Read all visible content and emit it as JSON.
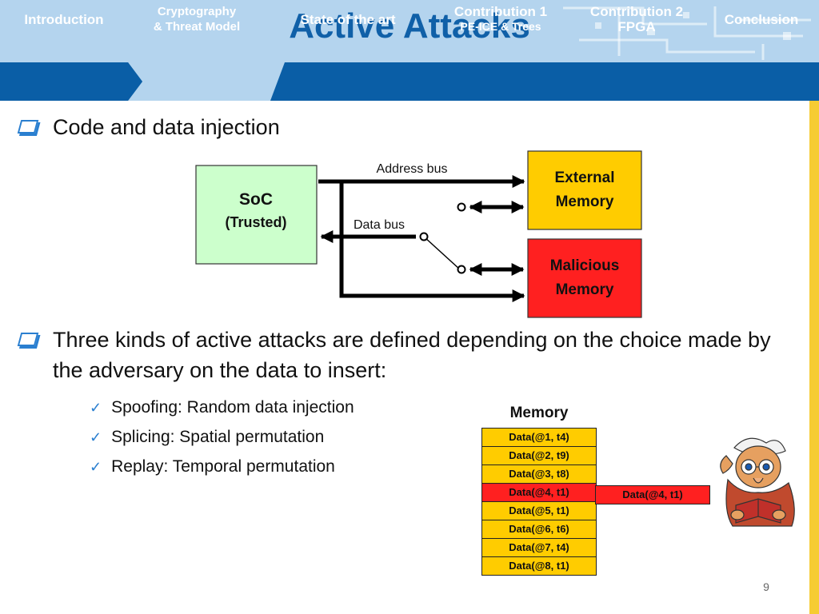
{
  "title": "Active Attacks",
  "nav": {
    "introduction": "Introduction",
    "crypto_line1": "Cryptography",
    "crypto_line2": "& Threat Model",
    "state_of_art": "State of the art",
    "contrib1_line1": "Contribution 1",
    "contrib1_line2": "PE-ICE & Trees",
    "contrib2_line1": "Contribution 2",
    "contrib2_line2": "FPGA",
    "conclusion": "Conclusion"
  },
  "bullets": {
    "first": "Code and data injection",
    "second": "Three kinds of active attacks are defined depending on the choice made by the adversary on the data to insert:"
  },
  "sub_bullets": [
    "Spoofing: Random data injection",
    "Splicing: Spatial permutation",
    "Replay: Temporal permutation"
  ],
  "diagram": {
    "soc_label": "SoC",
    "soc_sub": "(Trusted)",
    "address_bus": "Address bus",
    "data_bus": "Data bus",
    "external_line1": "External",
    "external_line2": "Memory",
    "malicious_line1": "Malicious",
    "malicious_line2": "Memory"
  },
  "memory": {
    "title": "Memory",
    "rows": [
      "Data(@1, t4)",
      "Data(@2, t9)",
      "Data(@3, t8)",
      "Data(@4, t1)",
      "Data(@5, t1)",
      "Data(@6, t6)",
      "Data(@7, t4)",
      "Data(@8, t1)"
    ],
    "inserted": "Data(@4, t1)"
  },
  "page_number": "9",
  "colors": {
    "title_blue": "#1060a8",
    "nav_blue": "#0a5ea6",
    "soc_green": "#ccffcc",
    "external_yellow": "#ffcc00",
    "malicious_red": "#ff2020",
    "accent_bar": "#f6cc33"
  }
}
